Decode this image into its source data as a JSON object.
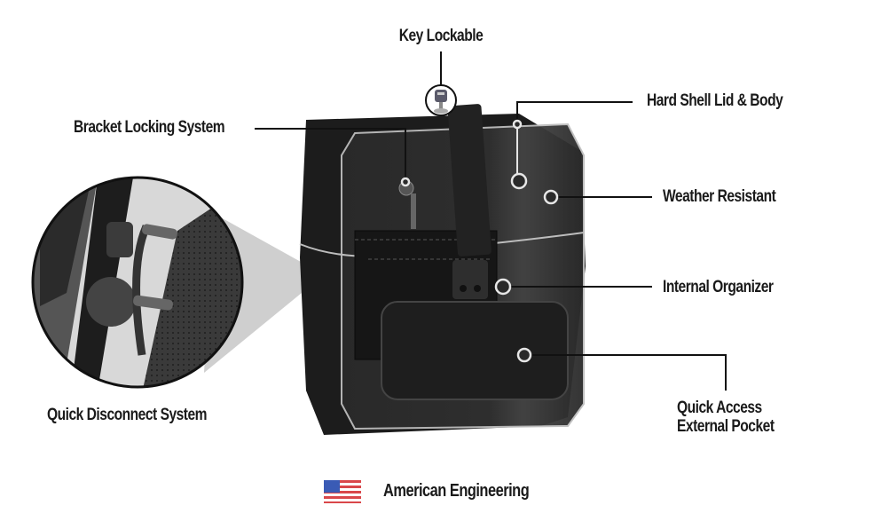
{
  "callouts": {
    "key_lockable": "Key Lockable",
    "bracket_locking": "Bracket Locking System",
    "hard_shell": "Hard Shell Lid & Body",
    "weather_resistant": "Weather Resistant",
    "internal_organizer": "Internal Organizer",
    "quick_access_line1": "Quick Access",
    "quick_access_line2": "External Pocket",
    "quick_disconnect": "Quick Disconnect System"
  },
  "footer": {
    "flag_icon": "us-flag-icon",
    "text": "American Engineering"
  },
  "colors": {
    "bag_dark": "#1c1c1c",
    "bag_shell": "#2b2b2b",
    "outline": "#bdbdbd",
    "text": "#1a1a1a",
    "flag_blue": "#3a5bb5",
    "flag_red": "#d9474a"
  }
}
